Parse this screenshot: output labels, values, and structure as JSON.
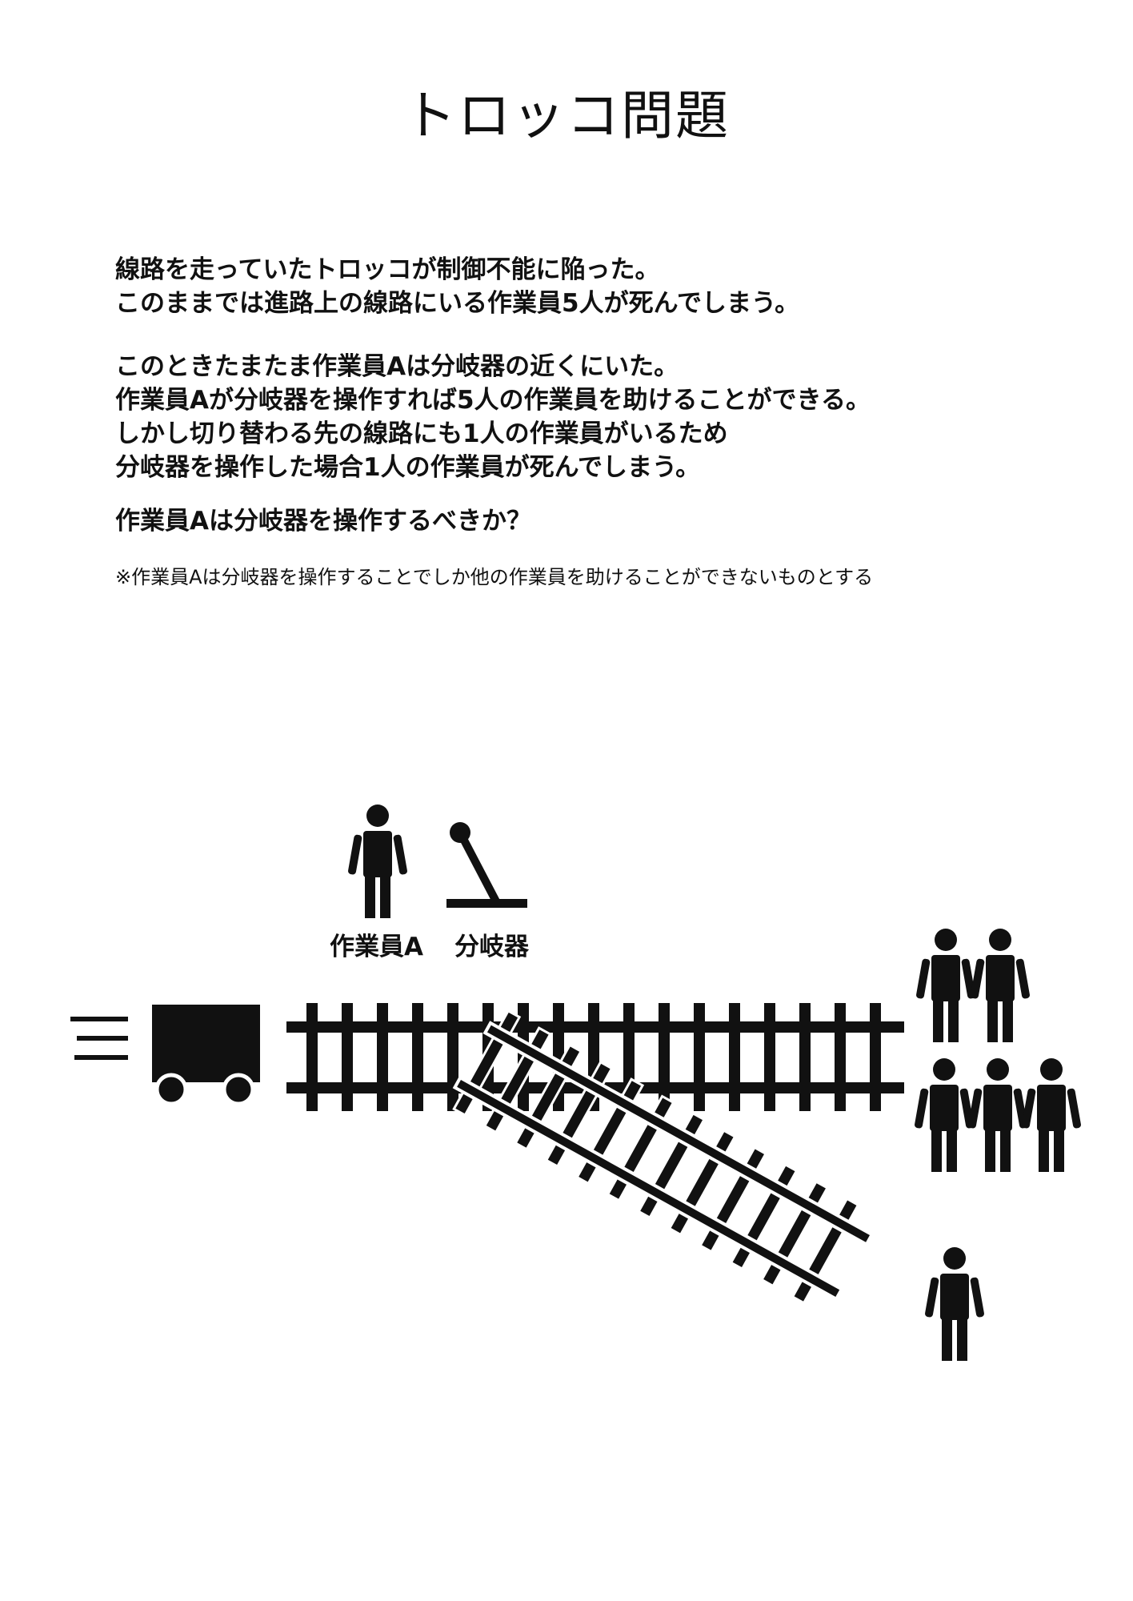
{
  "title": "トロッコ問題",
  "paragraph1": [
    "線路を走っていたトロッコが制御不能に陥った。",
    "このままでは進路上の線路にいる作業員5人が死んでしまう。"
  ],
  "paragraph2": [
    "このときたまたま作業員Aは分岐器の近くにいた。",
    "作業員Aが分岐器を操作すれば5人の作業員を助けることができる。",
    "しかし切り替わる先の線路にも1人の作業員がいるため",
    "分岐器を操作した場合1人の作業員が死んでしまう。"
  ],
  "question": "作業員Aは分岐器を操作するべきか？",
  "note": "※作業員Aは分岐器を操作することでしか他の作業員を助けることができないものとする",
  "diagram": {
    "worker_a_label": "作業員A",
    "switch_label": "分岐器",
    "ink_color": "#111111"
  }
}
